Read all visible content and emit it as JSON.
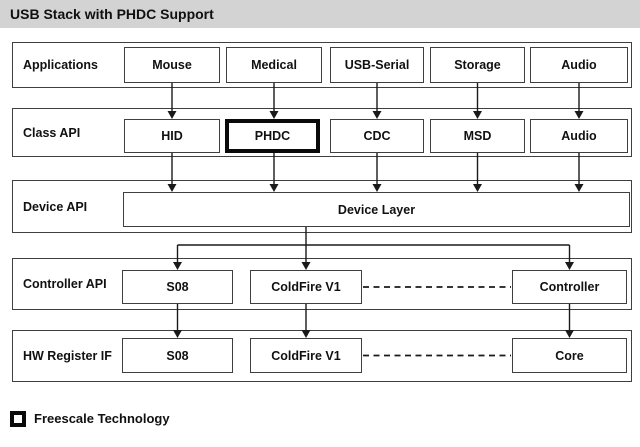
{
  "title": "USB Stack with PHDC Support",
  "colors": {
    "titlebar_bg": "#d3d3d3",
    "box_border": "#3f3f3f",
    "highlight_border": "#0a0a0a",
    "arrow": "#1a1a1a"
  },
  "rows": [
    {
      "label": "Applications",
      "boxes": [
        "Mouse",
        "Medical",
        "USB-Serial",
        "Storage",
        "Audio"
      ]
    },
    {
      "label": "Class API",
      "boxes": [
        "HID",
        "PHDC",
        "CDC",
        "MSD",
        "Audio"
      ],
      "highlighted_box": "PHDC"
    },
    {
      "label": "Device API",
      "boxes": [
        "Device Layer"
      ]
    },
    {
      "label": "Controller API",
      "boxes": [
        "S08",
        "ColdFire V1",
        "Controller"
      ]
    },
    {
      "label": "HW Register IF",
      "boxes": [
        "S08",
        "ColdFire V1",
        "Core"
      ]
    }
  ],
  "connections": {
    "applications_to_class": "one vertical arrow per column",
    "class_to_device": "one vertical arrow per column into Device Layer",
    "device_to_controller": "single stem branching to S08, ColdFire V1, Controller",
    "controller_to_hw": "vertical arrows S08→S08, ColdFire V1→ColdFire V1, Controller→Core",
    "dashed_links": [
      "ColdFire V1 – Controller",
      "ColdFire V1 – Core"
    ]
  },
  "legend": {
    "label": "Freescale Technology"
  }
}
